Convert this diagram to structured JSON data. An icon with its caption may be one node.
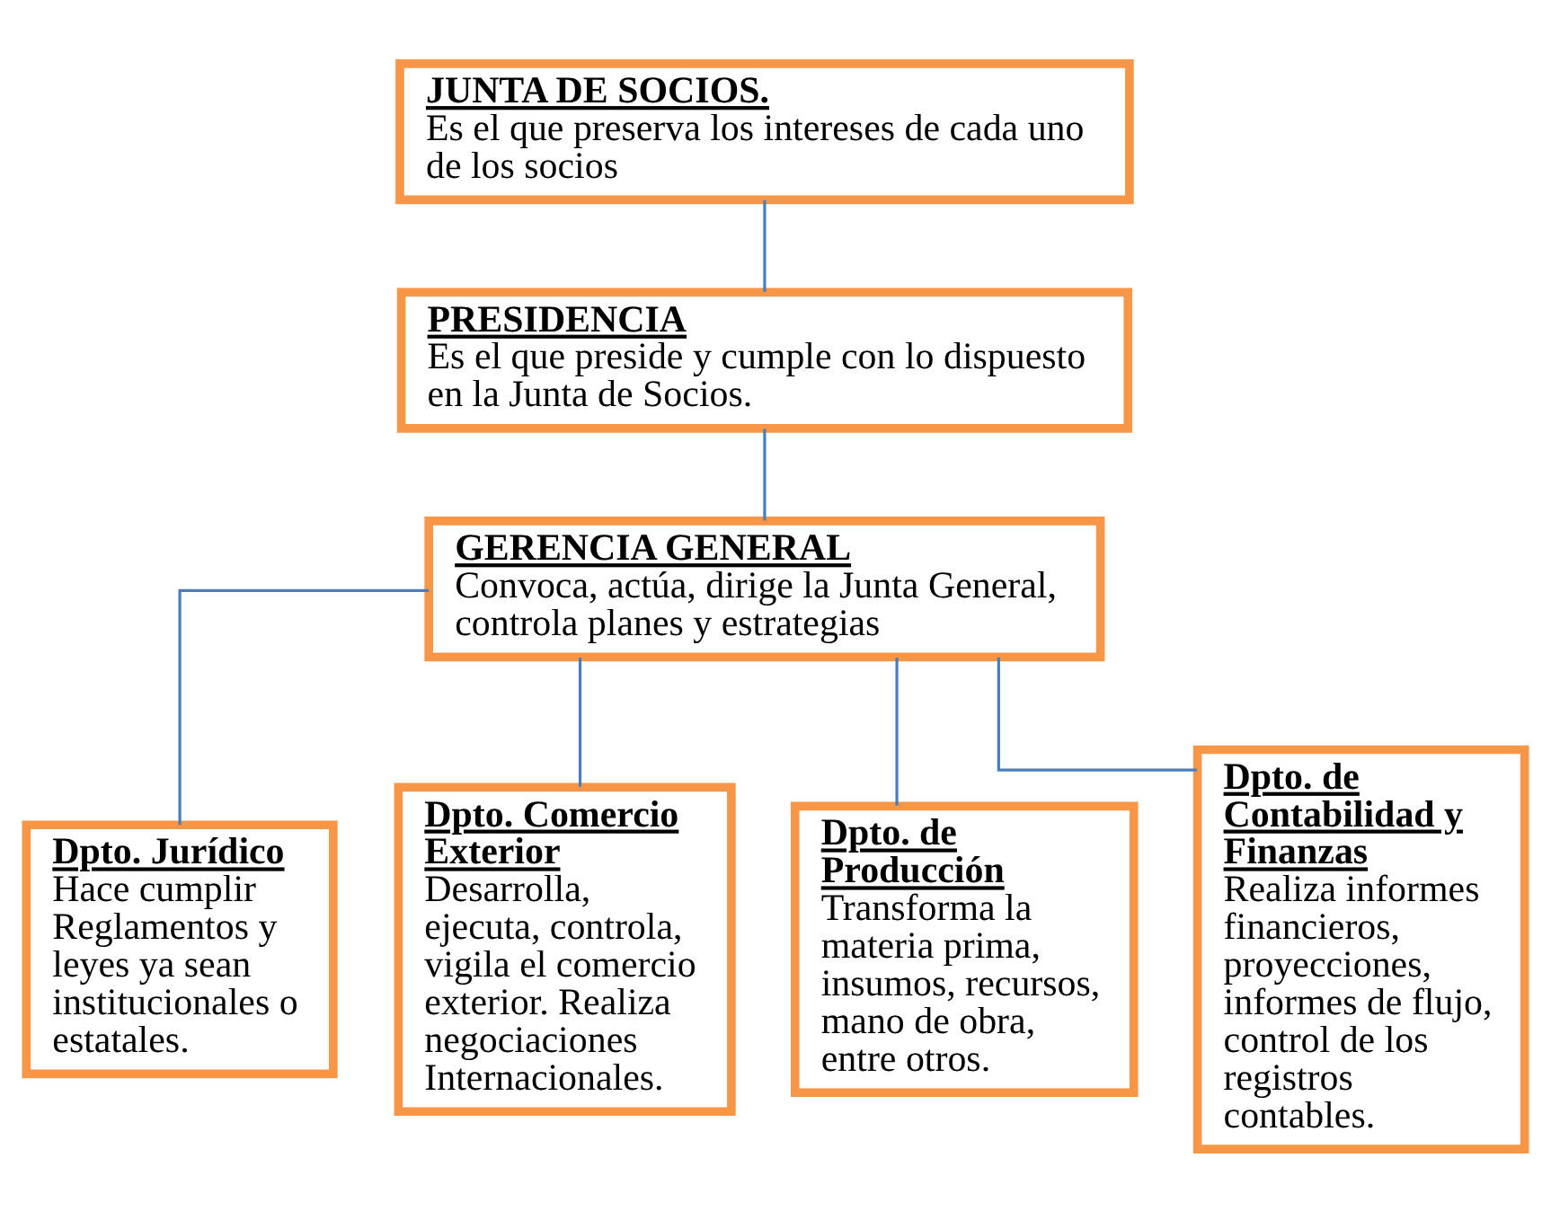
{
  "diagram": {
    "nodes": [
      {
        "text": [
          "JUNTA DE SOCIOS.",
          "Es el que preserva los intereses de cada uno de los socios"
        ]
      },
      {
        "text": [
          "PRESIDENCIA",
          "Es el que preside y cumple con lo dispuesto en la Junta de Socios."
        ]
      },
      {
        "text": [
          "GERENCIA GENERAL",
          "Convoca, actúa, dirige la Junta General, controla planes y estrategias"
        ]
      },
      {
        "text": [
          "Dpto. Jurídico",
          "Hace cumplir Reglamentos y leyes ya sean institucionales o estatales."
        ]
      },
      {
        "text": [
          "Dpto. Comercio Exterior",
          "Desarrolla, ejecuta, controla, vigila el comercio exterior. Realiza negociaciones Internacionales."
        ]
      },
      {
        "text": [
          "Dpto. de Producción",
          "Transforma la materia prima, insumos, recursos, mano de obra,  entre otros."
        ]
      },
      {
        "text": [
          "Dpto. de Contabilidad y Finanzas",
          "Realiza informes financieros, proyecciones, informes de flujo, control de los registros contables."
        ]
      }
    ],
    "edges": [
      {
        "from": 0,
        "to": 1,
        "arrow": "none"
      },
      {
        "from": 1,
        "to": 2,
        "arrow": "none"
      },
      {
        "from": 2,
        "to": 3,
        "arrow": "none"
      },
      {
        "from": 2,
        "to": 4,
        "arrow": "none"
      },
      {
        "from": 2,
        "to": 5,
        "arrow": "none"
      },
      {
        "from": 2,
        "to": 6,
        "arrow": "none"
      }
    ]
  }
}
